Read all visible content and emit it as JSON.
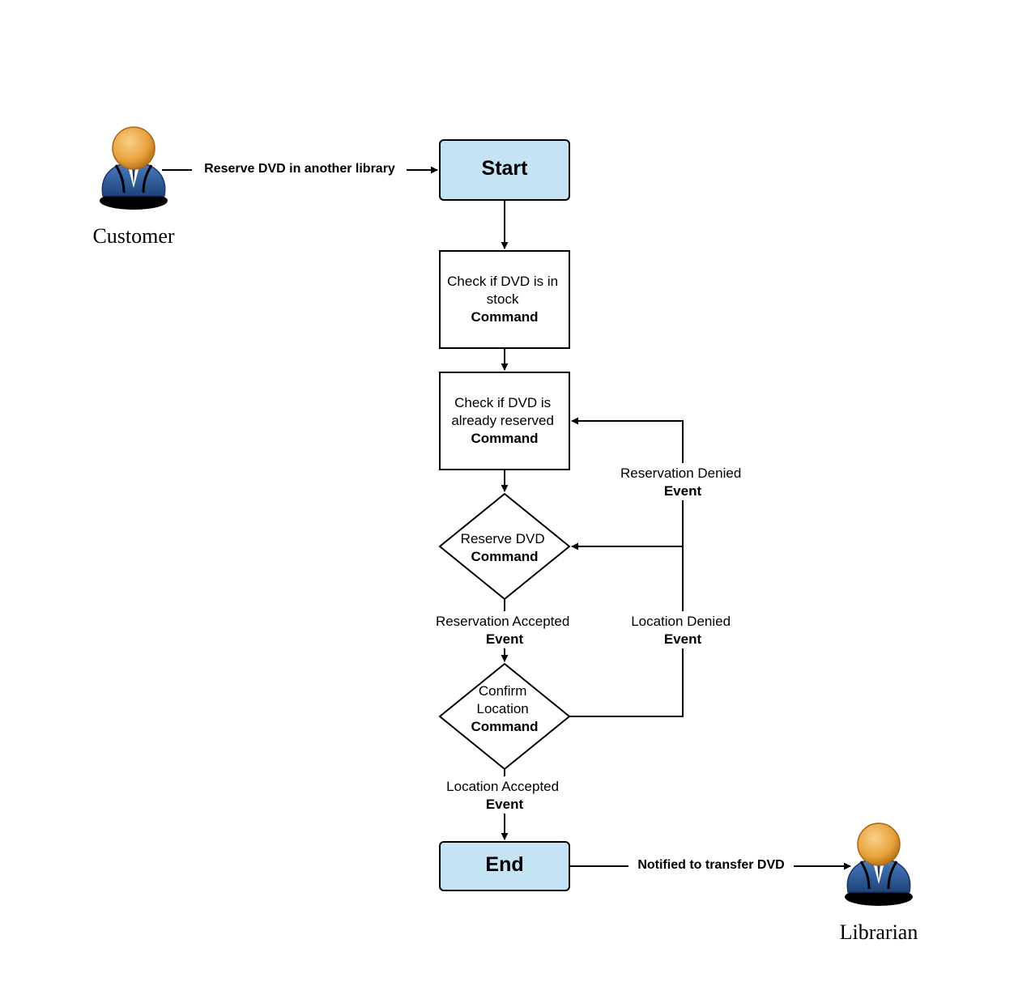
{
  "colors": {
    "terminal_fill": "#C4E4F6",
    "stroke": "#000000",
    "actor_head": "#E8A13A",
    "actor_body": "#2E5C9E"
  },
  "actors": {
    "customer": {
      "label": "Customer",
      "icon": "person-icon"
    },
    "librarian": {
      "label": "Librarian",
      "icon": "person-icon"
    }
  },
  "nodes": {
    "start": {
      "label": "Start"
    },
    "check_stock": {
      "lines": [
        "Check if DVD is in",
        "stock"
      ],
      "kind": "Command"
    },
    "check_reserved": {
      "lines": [
        "Check if DVD is",
        "already reserved"
      ],
      "kind": "Command"
    },
    "reserve_dvd": {
      "lines": [
        "Reserve DVD"
      ],
      "kind": "Command"
    },
    "confirm_location": {
      "lines": [
        "Confirm",
        "Location"
      ],
      "kind": "Command"
    },
    "end": {
      "label": "End"
    }
  },
  "edges": {
    "customer_to_start": "Reserve DVD in another library",
    "end_to_librarian": "Notified to transfer DVD",
    "reservation_denied": {
      "name": "Reservation Denied",
      "kind": "Event"
    },
    "reservation_accepted": {
      "name": "Reservation Accepted",
      "kind": "Event"
    },
    "location_denied": {
      "name": "Location Denied",
      "kind": "Event"
    },
    "location_accepted": {
      "name": "Location Accepted",
      "kind": "Event"
    }
  }
}
